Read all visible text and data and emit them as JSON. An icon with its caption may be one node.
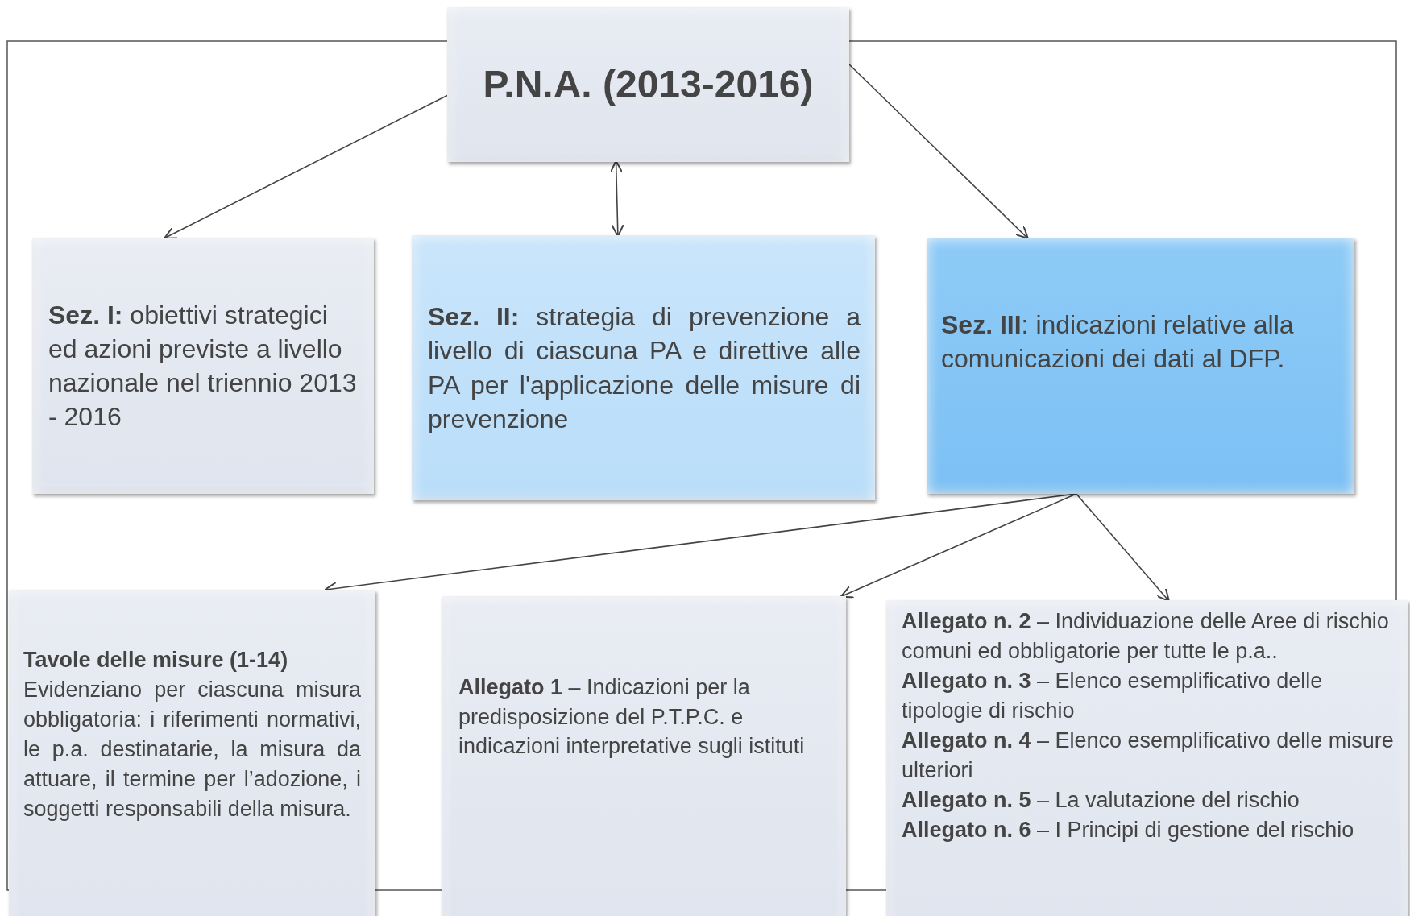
{
  "diagram": {
    "nodes": [
      {
        "text": [
          "P.N.A. (2013-2016)"
        ]
      },
      {
        "text": [
          "**Sez. I:** obiettivi strategici ed azioni previste a livello nazionale nel triennio 2013 - 2016"
        ]
      },
      {
        "text": [
          "**Sez. II:** strategia di prevenzione a livello di ciascuna PA e direttive alle PA per l'applicazione delle misure di prevenzione"
        ]
      },
      {
        "text": [
          "**Sez. III**: indicazioni relative alla comunicazioni dei dati al DFP."
        ]
      },
      {
        "text": [
          "Tavole delle misure (1-14)",
          "Evidenziano per ciascuna misura obbligatoria: i riferimenti normativi, le p.a. destinatarie, la misura da attuare, il termine per l’adozione, i soggetti responsabili della misura."
        ]
      },
      {
        "text": [
          "**Allegato 1** – Indicazioni per la predisposizione del P.T.P.C. e indicazioni interpretative sugli istituti"
        ]
      },
      {
        "text": [
          "**Allegato n. 2** – Individuazione delle Aree di rischio comuni ed obbligatorie per tutte le p.a..",
          "**Allegato n. 3** – Elenco esemplificativo delle tipologie di rischio",
          "**Allegato n. 4** – Elenco esemplificativo delle misure ulteriori",
          "**Allegato n. 5** – La valutazione del rischio",
          "**Allegato n. 6** – I Principi di gestione del rischio"
        ]
      }
    ],
    "edges": [
      {
        "from": 0,
        "to": 1,
        "arrow": "to"
      },
      {
        "from": 0,
        "to": 2,
        "arrow": "both"
      },
      {
        "from": 0,
        "to": 3,
        "arrow": "to"
      },
      {
        "from": 3,
        "to": 4,
        "arrow": "to"
      },
      {
        "from": 3,
        "to": 5,
        "arrow": "to"
      },
      {
        "from": 3,
        "to": 6,
        "arrow": "to"
      }
    ]
  }
}
